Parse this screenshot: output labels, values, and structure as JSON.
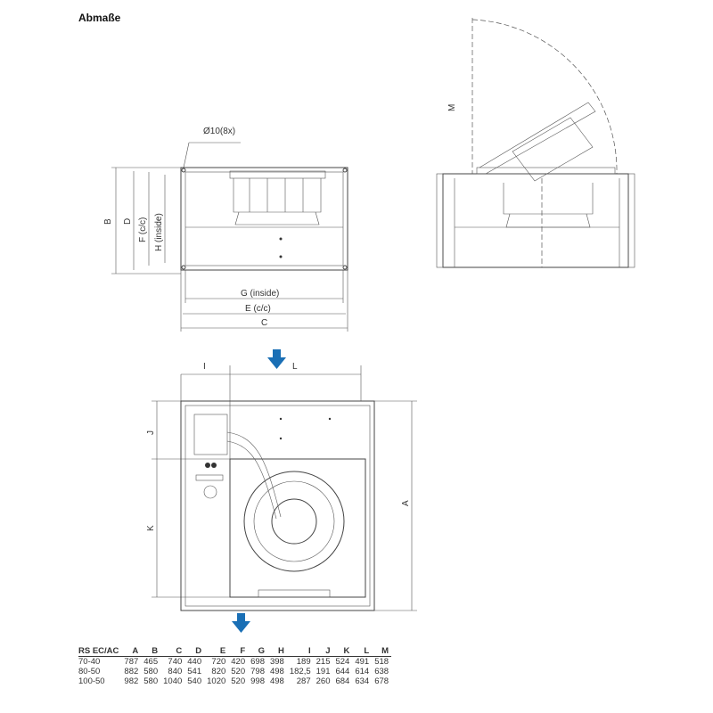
{
  "title": "Abmaße",
  "front_view": {
    "hole_label": "Ø10(8x)",
    "dims": {
      "B": "B",
      "D": "D",
      "F": "F (c/c)",
      "H": "H (inside)",
      "G": "G (inside)",
      "E": "E (c/c)",
      "C": "C"
    }
  },
  "side_view": {
    "dims": {
      "M": "M"
    }
  },
  "top_view": {
    "dims": {
      "I": "I",
      "L": "L",
      "A": "A",
      "J": "J",
      "K": "K"
    }
  },
  "colors": {
    "arrow": "#1a6fb5"
  },
  "table": {
    "headers": [
      "RS EC/AC",
      "A",
      "B",
      "C",
      "D",
      "E",
      "F",
      "G",
      "H",
      "I",
      "J",
      "K",
      "L",
      "M"
    ],
    "rows": [
      [
        "70-40",
        "787",
        "465",
        "740",
        "440",
        "720",
        "420",
        "698",
        "398",
        "189",
        "215",
        "524",
        "491",
        "518"
      ],
      [
        "80-50",
        "882",
        "580",
        "840",
        "541",
        "820",
        "520",
        "798",
        "498",
        "182,5",
        "191",
        "644",
        "614",
        "638"
      ],
      [
        "100-50",
        "982",
        "580",
        "1040",
        "540",
        "1020",
        "520",
        "998",
        "498",
        "287",
        "260",
        "684",
        "634",
        "678"
      ]
    ]
  }
}
